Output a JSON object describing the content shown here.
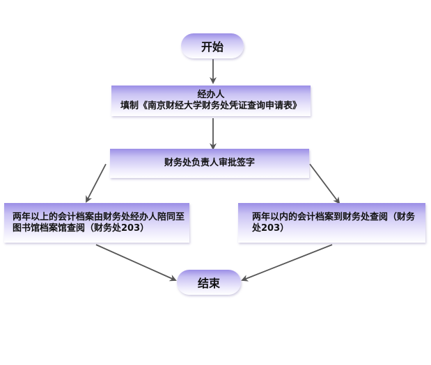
{
  "flow": {
    "start_label": "开始",
    "end_label": "结束",
    "step_applicant": {
      "line1": "经办人",
      "line2": "填制《南京财经大学财务处凭证查询申请表》"
    },
    "step_approval": {
      "label": "财务处负责人审批签字"
    },
    "branch_left": {
      "label": "两年以上的会计档案由财务处经办人陪同至图书馆档案馆查阅（财务处203）"
    },
    "branch_right": {
      "label": "两年以内的会计档案到财务处查阅（财务处203）"
    }
  },
  "colors": {
    "node_top": "#9b8ee6",
    "node_bottom": "#ffffff",
    "arrow": "#555555"
  }
}
